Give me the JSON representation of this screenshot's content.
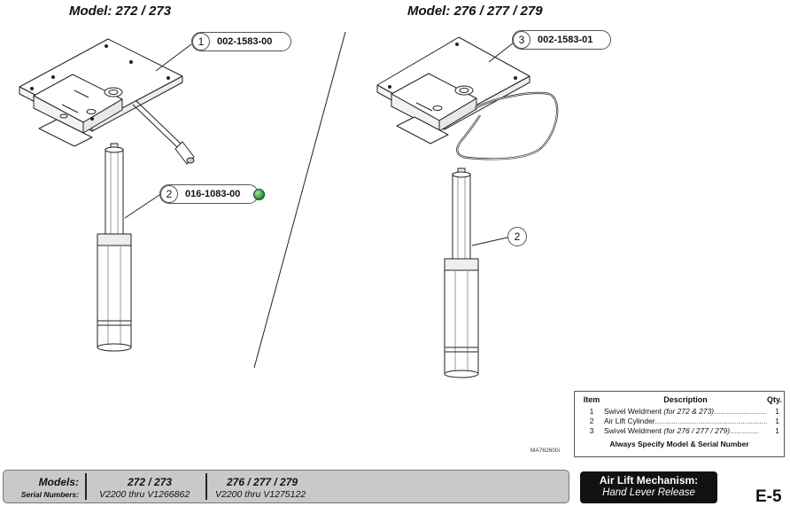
{
  "models_left": "Model: 272 / 273",
  "models_right": "Model: 276 / 277 / 279",
  "callouts": [
    {
      "num": "1",
      "part": "002-1583-00"
    },
    {
      "num": "2",
      "part": "016-1083-00"
    },
    {
      "num": "3",
      "part": "002-1583-01"
    },
    {
      "num": "2"
    }
  ],
  "table": {
    "headers": {
      "item": "Item",
      "description": "Description",
      "qty": "Qty."
    },
    "rows": [
      {
        "item": "1",
        "desc": "Swivel Weldment",
        "note": "(for 272 & 273)",
        "qty": "1"
      },
      {
        "item": "2",
        "desc": "Air Lift Cylinder",
        "note": "",
        "qty": "1"
      },
      {
        "item": "3",
        "desc": "Swivel Weldment",
        "note": "(for 276 / 277 / 279)",
        "qty": "1"
      }
    ],
    "footer": "Always Specify Model & Serial Number"
  },
  "drawing_code": "MA762600i",
  "bar": {
    "models_label": "Models:",
    "serial_label": "Serial Numbers:",
    "col1_model": "272 / 273",
    "col1_serial": "V2200  thru  V1266862",
    "col2_model": "276 / 277 / 279",
    "col2_serial": "V2200  thru  V1275122"
  },
  "mechanism": {
    "title": "Air Lift Mechanism:",
    "subtitle": "Hand Lever Release"
  },
  "page": "E-5",
  "colors": {
    "availability_dot": "#1f8f2a",
    "bar": "#c9c9c9",
    "mechanism_box": "#111111"
  }
}
